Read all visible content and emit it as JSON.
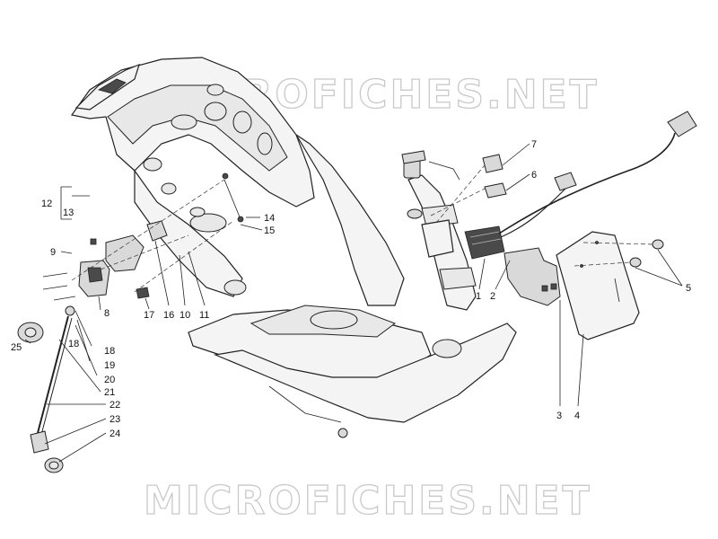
{
  "watermark": {
    "top": "MICROFICHES.NET",
    "bottom": "MICROFICHES.NET"
  },
  "callouts": {
    "c1": "1",
    "c2": "2",
    "c3": "3",
    "c4": "4",
    "c5": "5",
    "c6": "6",
    "c7": "7",
    "c8": "8",
    "c9": "9",
    "c10": "10",
    "c11": "11",
    "c12": "12",
    "c13": "13",
    "c14": "14",
    "c15": "15",
    "c16": "16",
    "c17": "17",
    "c18a": "18",
    "c18b": "18",
    "c19": "19",
    "c20": "20",
    "c21": "21",
    "c22": "22",
    "c23": "23",
    "c24": "24",
    "c25": "25"
  }
}
